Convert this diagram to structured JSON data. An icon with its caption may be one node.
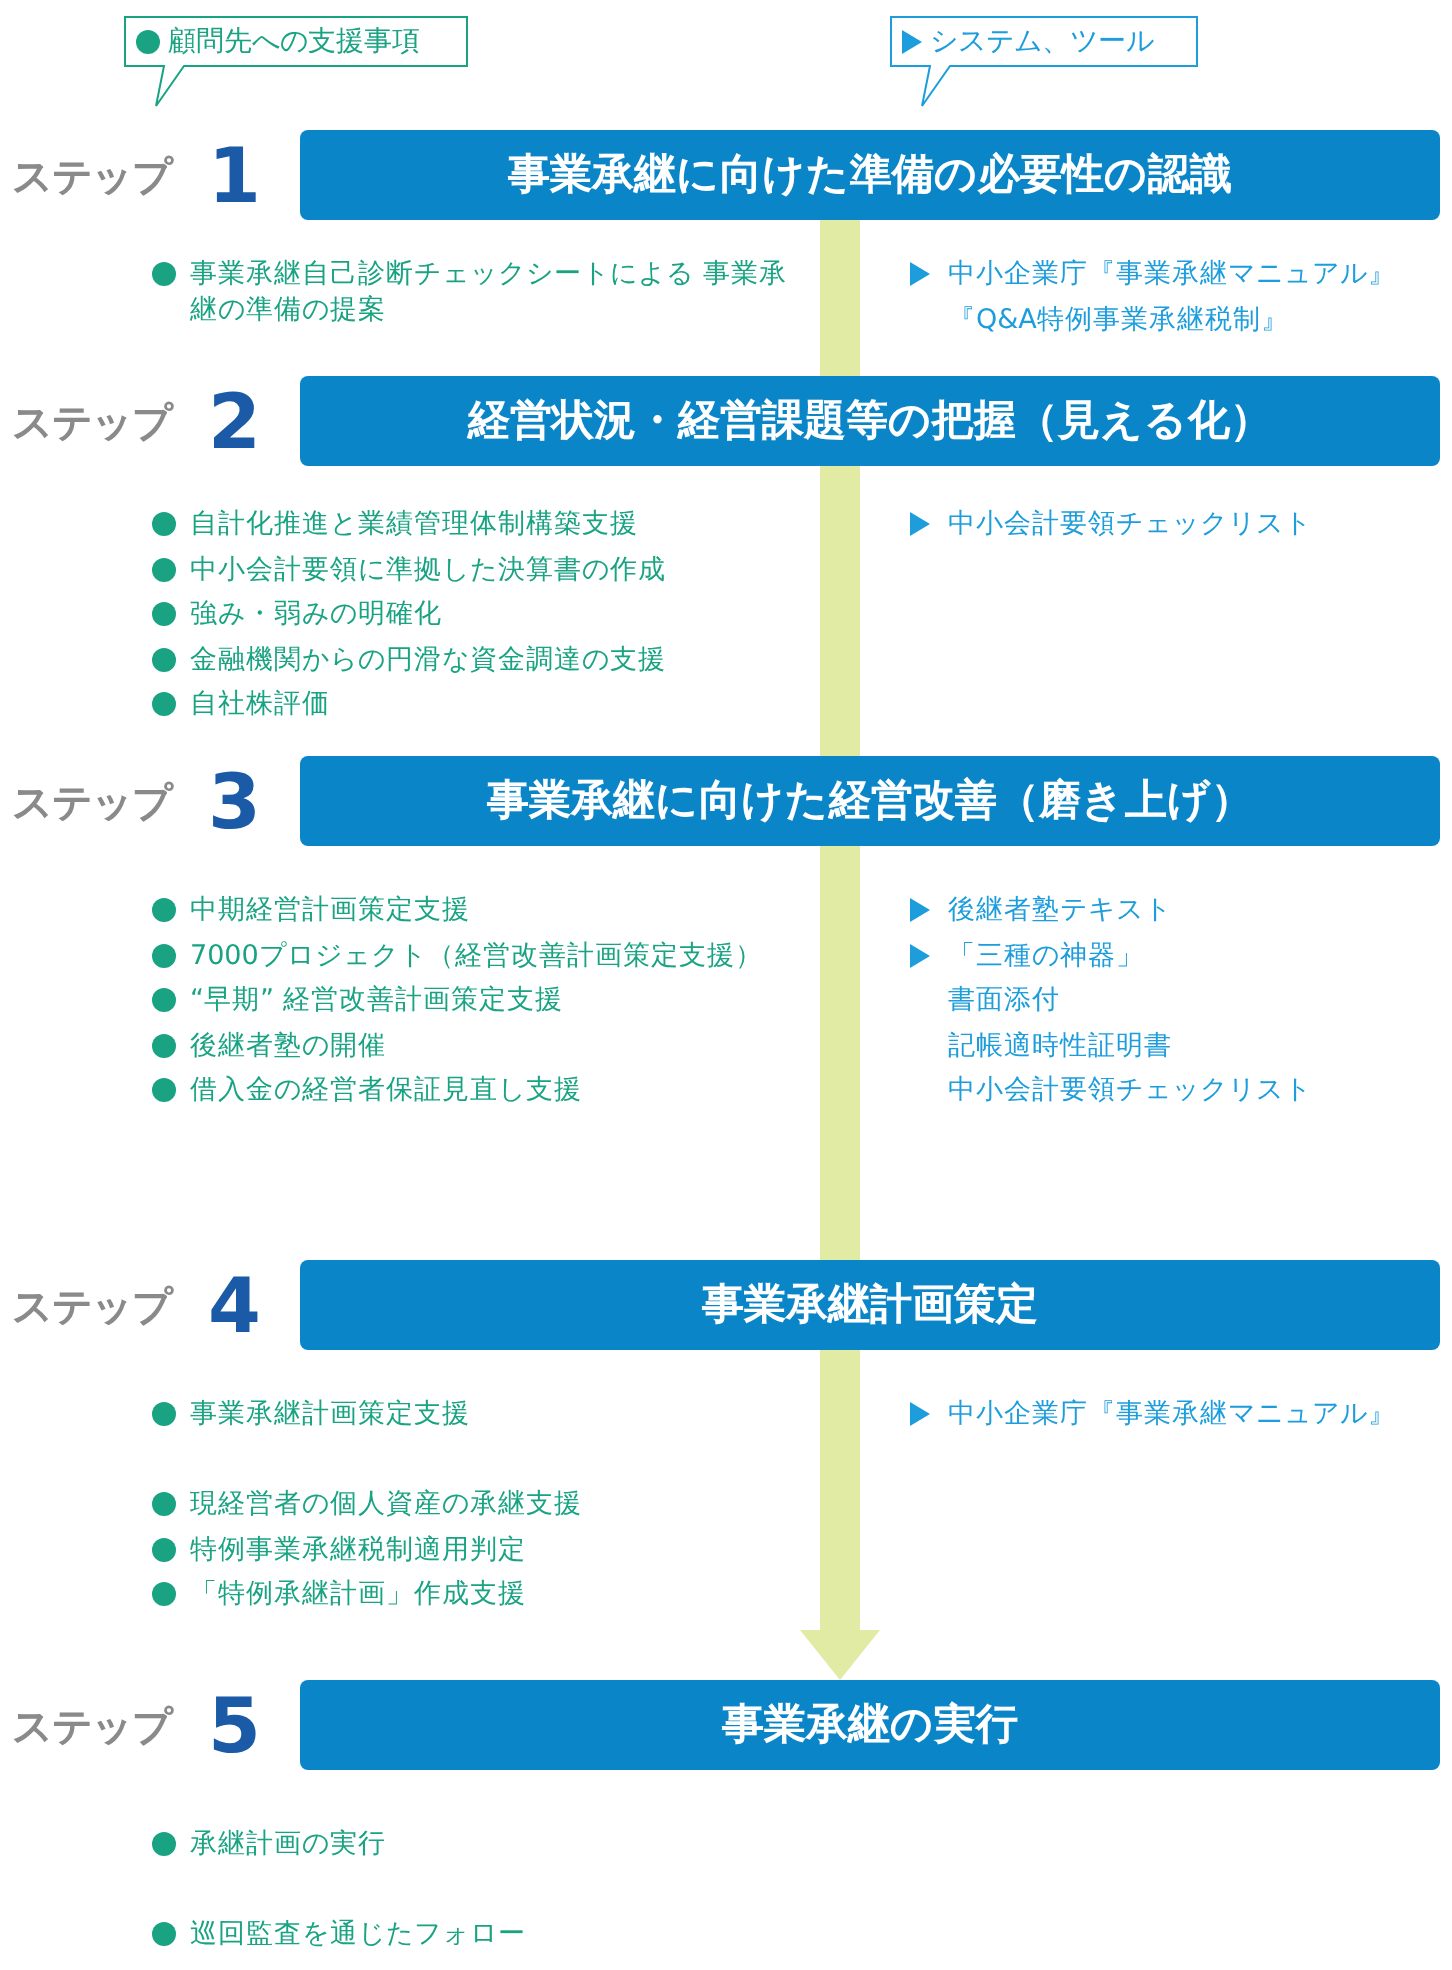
{
  "diagram": {
    "nodes": [
      {
        "text": [
          "顧問先への支援事項"
        ]
      },
      {
        "text": [
          "システム、ツール"
        ]
      },
      {
        "text": [
          "事業承継に向けた準備の必要性の認識"
        ],
        "beside": [
          "ステップ",
          "1"
        ]
      },
      {
        "text": [
          "経営状況・経営課題等の把握（見える化）"
        ],
        "beside": [
          "ステップ",
          "2"
        ]
      },
      {
        "text": [
          "事業承継に向けた経営改善（磨き上げ）"
        ],
        "beside": [
          "ステップ",
          "3"
        ]
      },
      {
        "text": [
          "事業承継計画策定"
        ],
        "beside": [
          "ステップ",
          "4"
        ]
      },
      {
        "text": [
          "事業承継の実行"
        ],
        "beside": [
          "ステップ",
          "5"
        ]
      }
    ],
    "edges": [
      {
        "from": 2,
        "to": 3,
        "arrow": "none"
      },
      {
        "from": 3,
        "to": 4,
        "arrow": "none"
      },
      {
        "from": 4,
        "to": 5,
        "arrow": "none"
      },
      {
        "from": 5,
        "to": 6,
        "arrow": "to"
      }
    ],
    "labels": [
      "事業承継自己診断チェックシートによる 事業承継の準備の提案",
      "中小企業庁『事業承継マニュアル』",
      "『Q&A特例事業承継税制』",
      "自計化推進と業績管理体制構築支援",
      "中小会計要領に準拠した決算書の作成",
      "強み・弱みの明確化",
      "金融機関からの円滑な資金調達の支援",
      "自社株評価",
      "中小会計要領チェックリスト",
      "中期経営計画策定支援",
      "7000プロジェクト（経営改善計画策定支援）",
      "“早期” 経営改善計画策定支援",
      "後継者塾の開催",
      "借入金の経営者保証見直し支援",
      "後継者塾テキスト",
      "「三種の神器」",
      "書面添付",
      "記帳適時性証明書",
      "中小会計要領チェックリスト",
      "事業承継計画策定支援",
      "現経営者の個人資産の承継支援",
      "特例事業承継税制適用判定",
      "「特例承継計画」作成支援",
      "中小企業庁『事業承継マニュアル』",
      "承継計画の実行",
      "巡回監査を通じたフォロー"
    ]
  }
}
